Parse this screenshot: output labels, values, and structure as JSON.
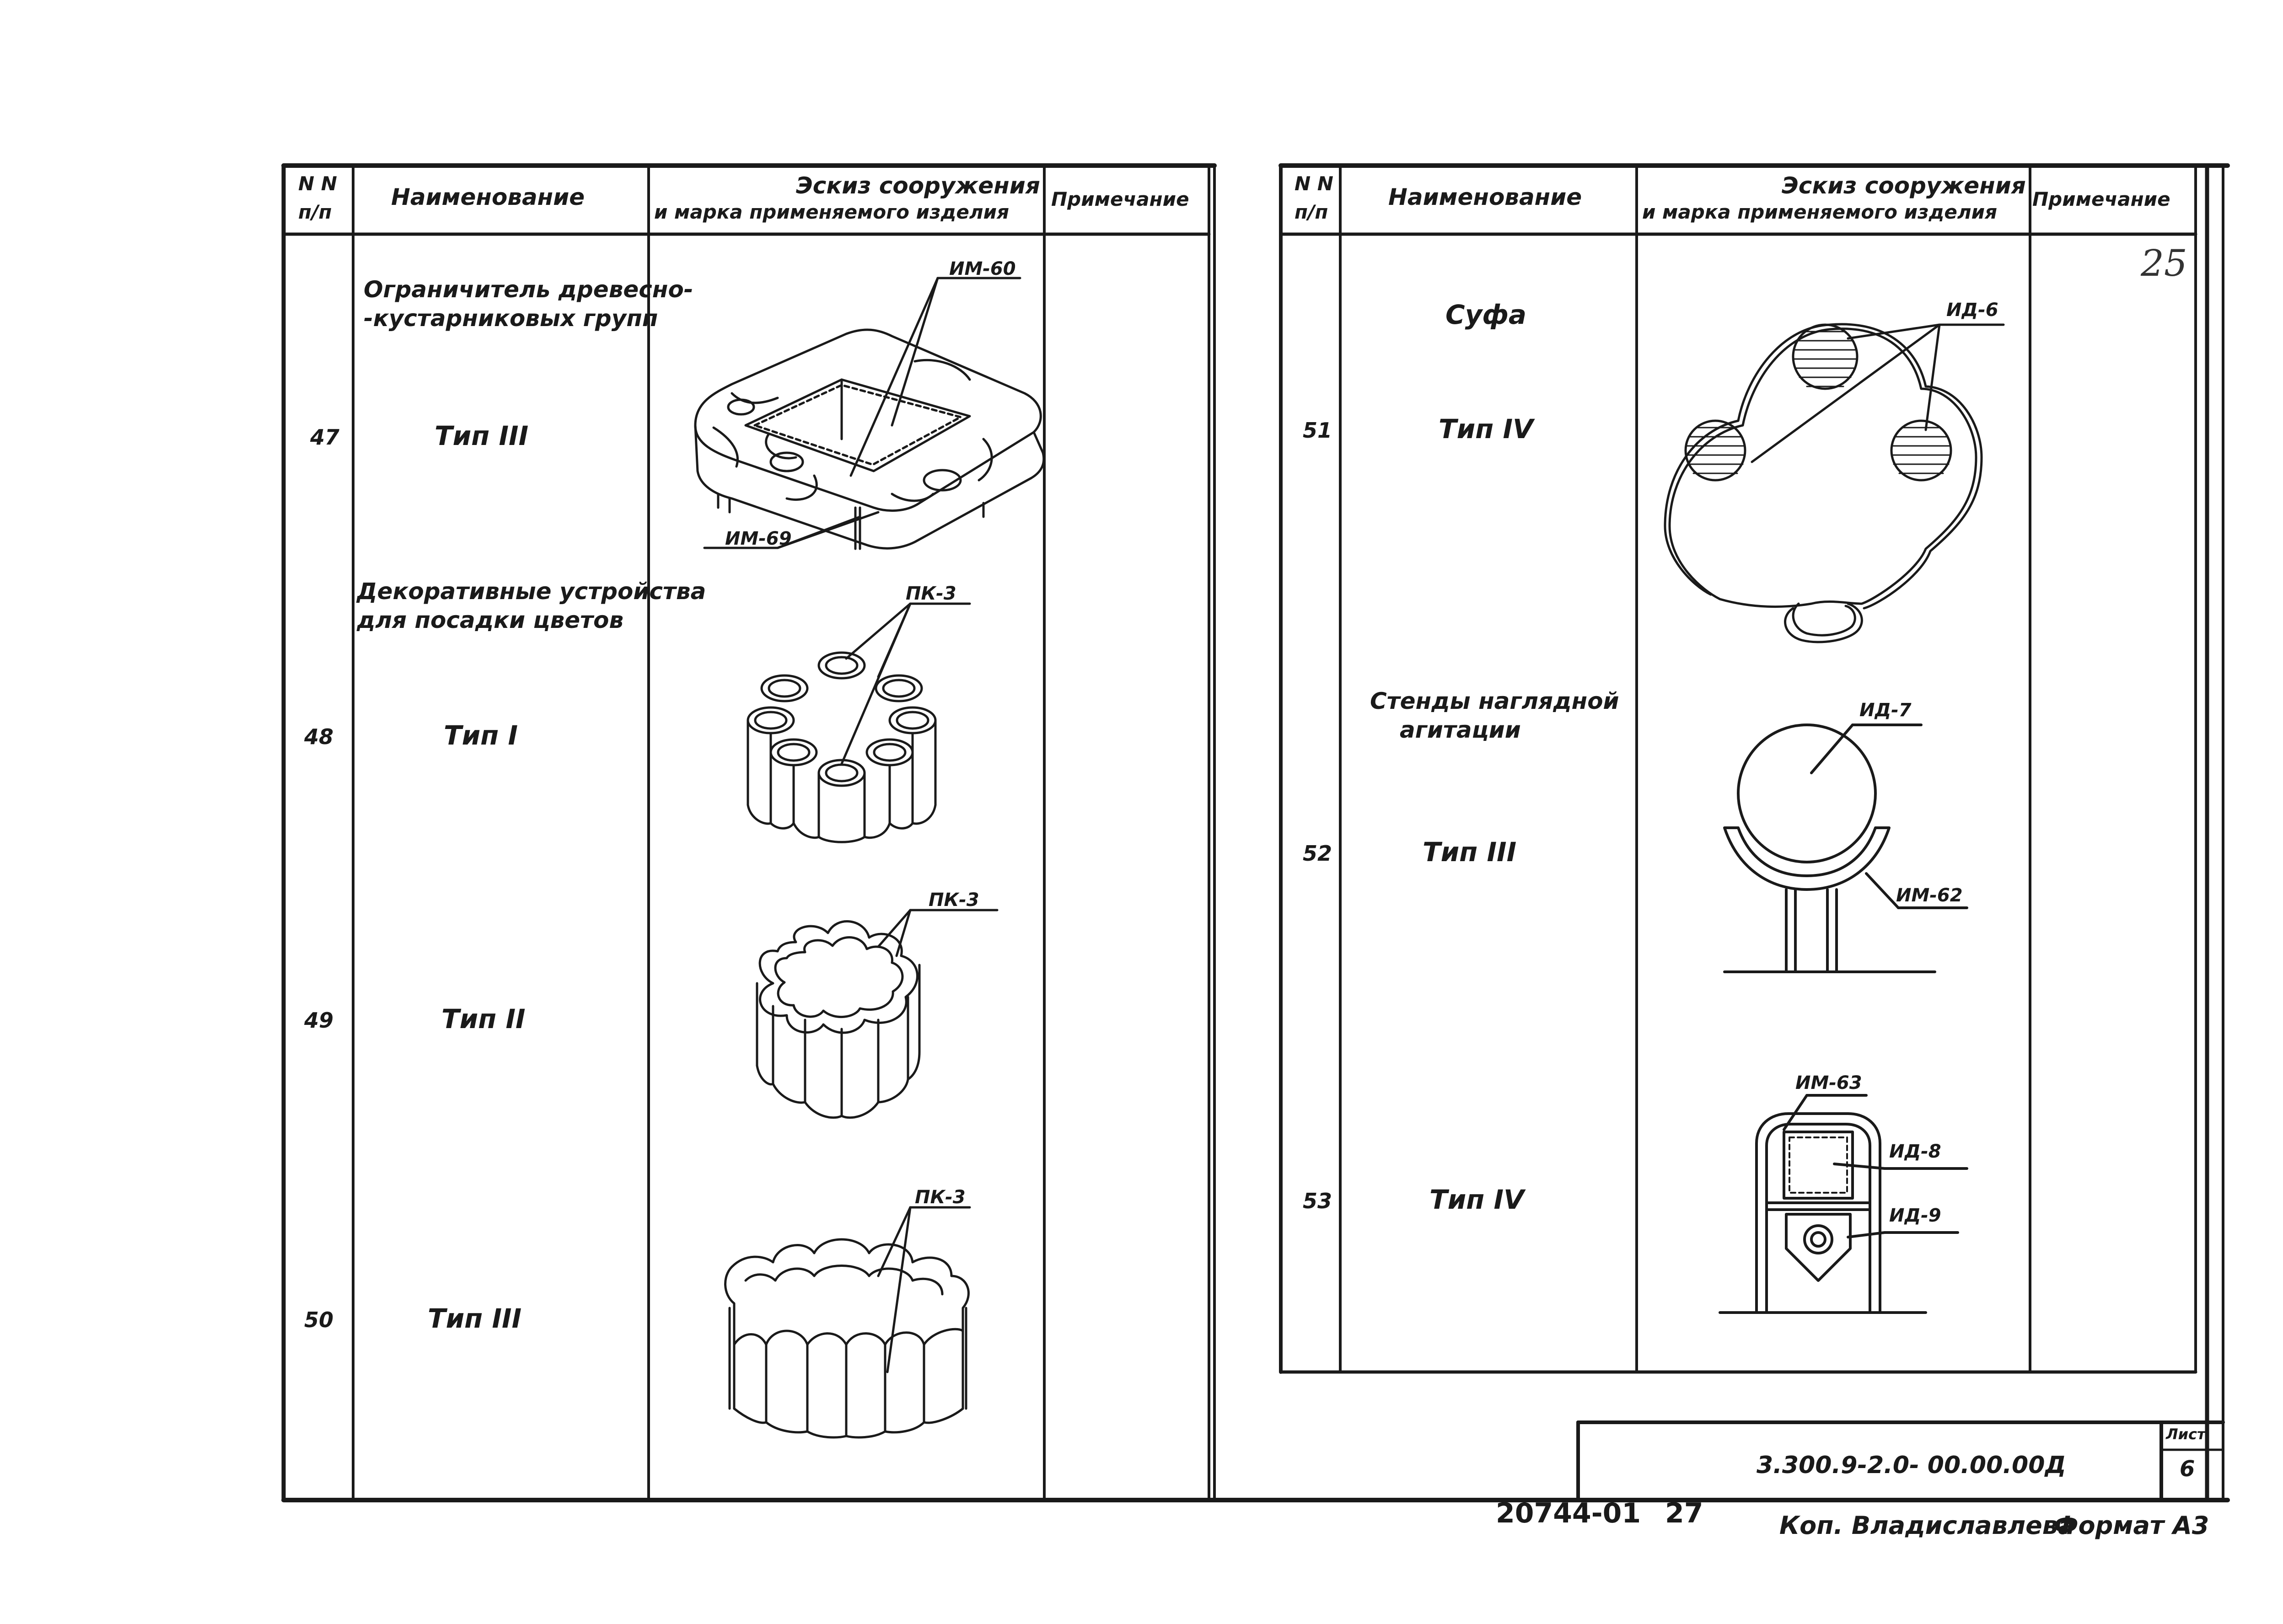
{
  "table_left": {
    "headers": {
      "nn_line1": "N N",
      "nn_line2": "п/п",
      "name": "Наименование",
      "sketch_line1": "Эскиз сооружения",
      "sketch_line2": "и марка применяемого изделия",
      "note": "Примечание"
    },
    "rows": [
      {
        "num": "47",
        "title_line1": "Ограничитель древесно-",
        "title_line2": "-кустарниковых групп",
        "type": "Тип III",
        "marks": [
          "ИМ-60",
          "ИМ-69"
        ]
      },
      {
        "num": "48",
        "title_line1": "Декоративные устройства",
        "title_line2": "для посадки цветов",
        "type": "Тип I",
        "marks": [
          "ПК-3"
        ]
      },
      {
        "num": "49",
        "type": "Тип II",
        "marks": [
          "ПК-3"
        ]
      },
      {
        "num": "50",
        "type": "Тип III",
        "marks": [
          "ПК-3"
        ]
      }
    ]
  },
  "table_right": {
    "headers": {
      "nn_line1": "N N",
      "nn_line2": "п/п",
      "name": "Наименование",
      "sketch_line1": "Эскиз сооружения",
      "sketch_line2": "и марка применяемого изделия",
      "note": "Примечание"
    },
    "handwritten": "25",
    "rows": [
      {
        "num": "51",
        "title": "Суфа",
        "type": "Тип IV",
        "marks": [
          "ИД-6"
        ]
      },
      {
        "num": "52",
        "title_line1": "Стенды наглядной",
        "title_line2": "агитации",
        "type": "Тип III",
        "marks": [
          "ИД-7",
          "ИМ-62"
        ]
      },
      {
        "num": "53",
        "type": "Тип IV",
        "marks": [
          "ИМ-63",
          "ИД-8",
          "ИД-9"
        ]
      }
    ]
  },
  "stamp": {
    "code": "3.300.9-2.0- 00.00.00Д",
    "sheet_label": "Лист",
    "sheet_number": "6"
  },
  "footer": {
    "order_number": "20744-01",
    "page": "27",
    "copied_by": "Коп. Владиславлева",
    "format": "Формат А3"
  }
}
